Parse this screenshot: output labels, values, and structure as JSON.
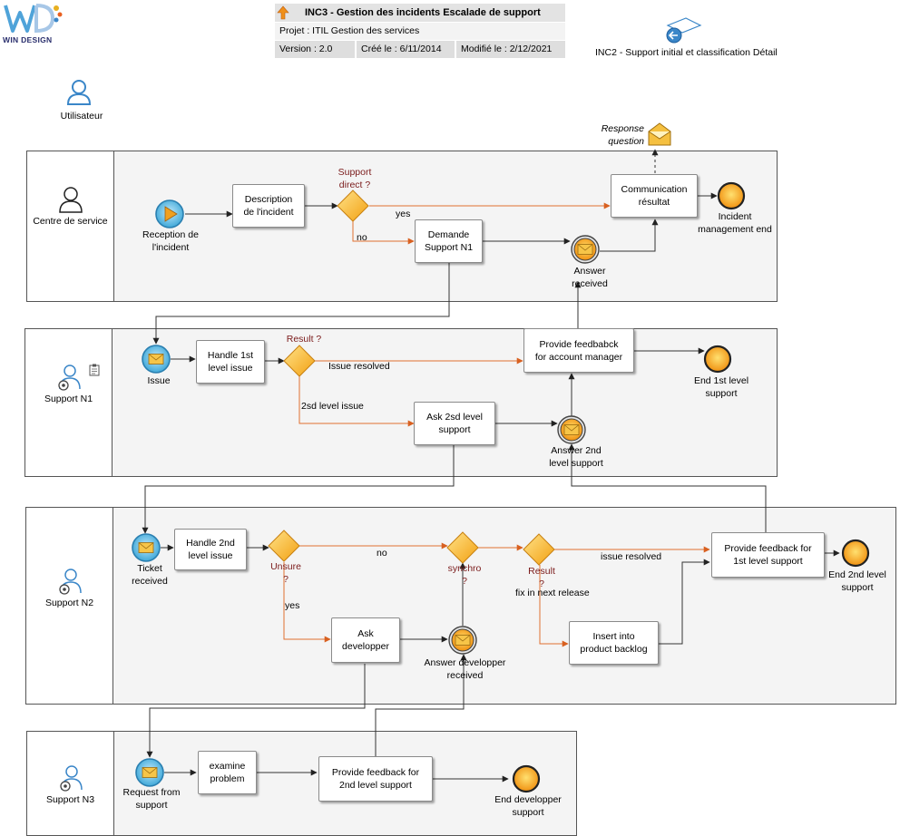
{
  "logo": {
    "brand": "WIN DESIGN"
  },
  "header": {
    "title": "INC3 - Gestion des incidents Escalade de support",
    "project": "Projet : ITIL Gestion des services",
    "version": "Version : 2.0",
    "created": "Créé le : 6/11/2014",
    "modified": "Modifié le : 2/12/2021"
  },
  "link": {
    "label": "INC2 - Support initial et classification Détail"
  },
  "actor": {
    "label": "Utilisateur"
  },
  "response": {
    "label": "Response\nquestion"
  },
  "lanes": {
    "centre": "Centre de\nservice",
    "n1": "Support\nN1",
    "n2": "Support\nN2",
    "n3": "Support\nN3"
  },
  "tasks": {
    "description": "Description\nde l'incident",
    "demande": "Demande\nSupport N1",
    "communication": "Communication\nrésultat",
    "handle1": "Handle 1st\nlevel issue",
    "feedback_am": "Provide feedbabck\nfor account manager",
    "ask2": "Ask 2sd level\nsupport",
    "handle2": "Handle 2nd\nlevel issue",
    "ask_dev": "Ask\ndevelopper",
    "insert": "Insert into\nproduct backlog",
    "feedback1": "Provide feedback for\n1st level support",
    "examine": "examine\nproblem",
    "feedback2": "Provide feedback for\n2nd level support"
  },
  "events": {
    "reception": "Reception de\nl'incident",
    "answer_received": "Answer\nreceived",
    "incident_end": "Incident\nmanagement end",
    "issue": "Issue",
    "answer2": "Answer 2nd\nlevel support",
    "end1": "End 1st level\nsupport",
    "ticket": "Ticket\nreceived",
    "answer_dev": "Answer developper\nreceived",
    "end2": "End 2nd level\nsupport",
    "request": "Request from\nsupport",
    "end_dev": "End developper\nsupport"
  },
  "gateways": {
    "support_direct": "Support\ndirect ?",
    "result1": "Result ?",
    "unsure": "Unsure\n?",
    "synchro": "synchro\n?",
    "result2": "Result\n?"
  },
  "flows": {
    "yes": "yes",
    "no": "no",
    "issue_resolved": "Issue resolved",
    "level2_issue": "2sd level issue",
    "no2": "no",
    "yes2": "yes",
    "issue_resolved2": "issue resolved",
    "fix_next": "fix in next release"
  },
  "colors": {
    "orange_flow": "#e07030",
    "gateway": "#f5b020",
    "end_event": "#f0a010",
    "start_event": "#3fa8d8",
    "actor": "#3a86c8"
  }
}
